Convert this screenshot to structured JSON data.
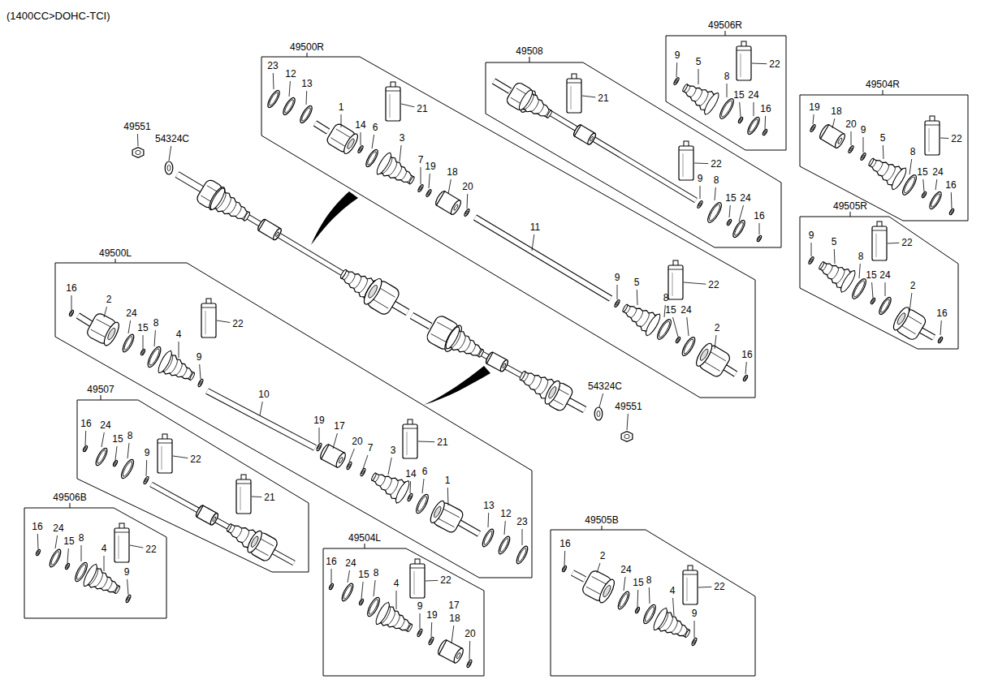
{
  "diagram": {
    "title": "(1400CC>DOHC-TCI)",
    "nodes": [
      {
        "text": [
          "49506R"
        ]
      },
      {
        "text": [
          "49500R"
        ]
      },
      {
        "text": [
          "49508"
        ]
      },
      {
        "text": [
          "49504R"
        ]
      },
      {
        "text": [
          "49505R"
        ]
      },
      {
        "text": [
          "49500L"
        ]
      },
      {
        "text": [
          "49507"
        ]
      },
      {
        "text": [
          "49506B"
        ]
      },
      {
        "text": [
          "49505B"
        ]
      },
      {
        "text": [
          "49504L"
        ]
      }
    ],
    "labels": [
      "49551",
      "54324C",
      "54324C",
      "49551",
      "23",
      "12",
      "13",
      "1",
      "14",
      "6",
      "21",
      "3",
      "7",
      "19",
      "18",
      "20",
      "11",
      "9",
      "5",
      "22",
      "8",
      "15",
      "24",
      "2",
      "16",
      "21",
      "22",
      "9",
      "8",
      "15",
      "24",
      "16",
      "9",
      "5",
      "22",
      "8",
      "15",
      "24",
      "16",
      "19",
      "18",
      "20",
      "9",
      "5",
      "22",
      "8",
      "15",
      "24",
      "16",
      "9",
      "5",
      "22",
      "8",
      "15",
      "24",
      "2",
      "16",
      "16",
      "2",
      "24",
      "15",
      "8",
      "22",
      "4",
      "9",
      "10",
      "19",
      "17",
      "20",
      "7",
      "21",
      "3",
      "14",
      "6",
      "1",
      "13",
      "12",
      "23",
      "16",
      "24",
      "15",
      "8",
      "9",
      "22",
      "21",
      "16",
      "24",
      "15",
      "8",
      "4",
      "22",
      "9",
      "16",
      "24",
      "15",
      "8",
      "22",
      "4",
      "9",
      "19",
      "17",
      "18",
      "20",
      "16",
      "2",
      "24",
      "15",
      "8",
      "22",
      "4",
      "9"
    ]
  }
}
